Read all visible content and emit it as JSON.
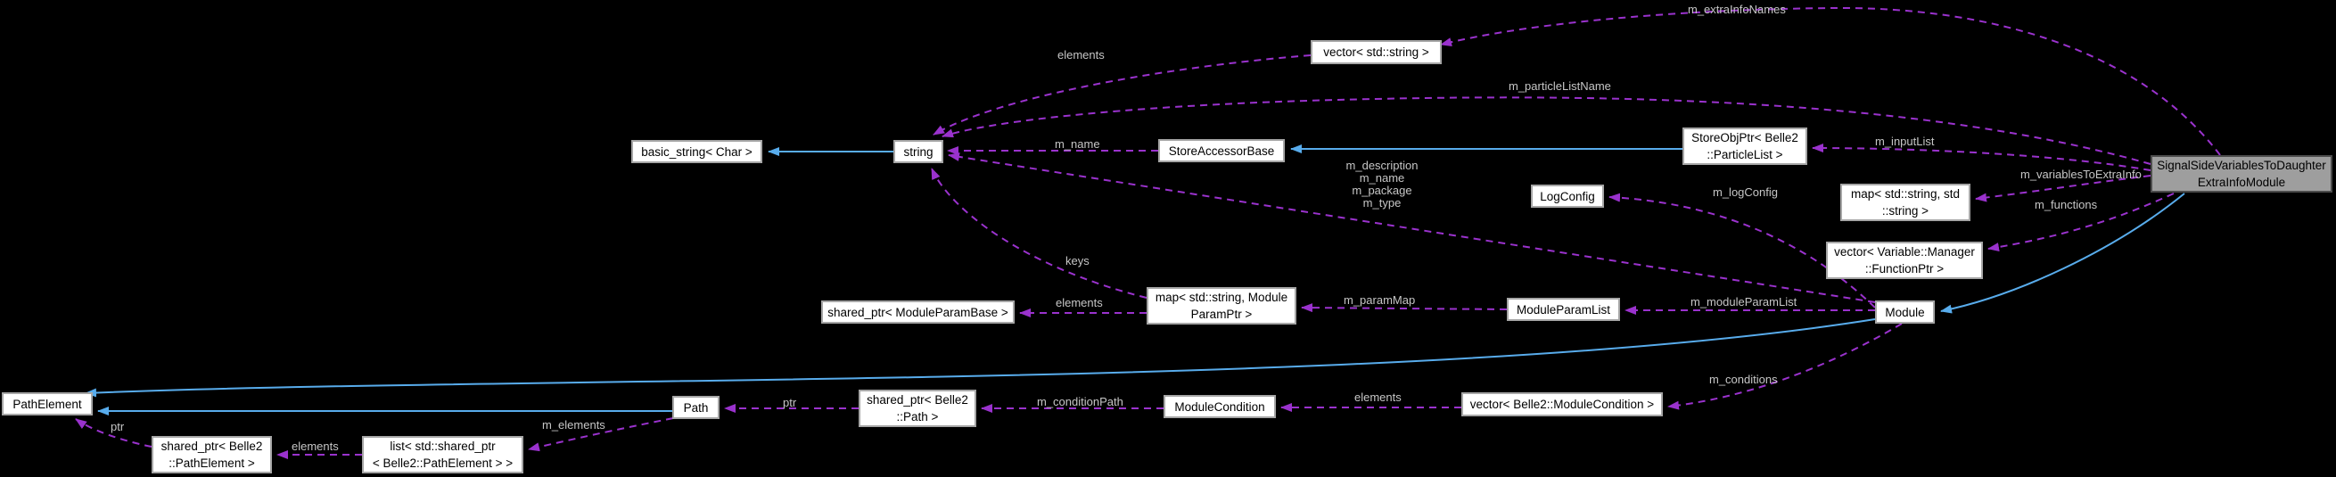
{
  "diagram": {
    "kind": "doxygen-collaboration-graph",
    "focus_class": "SignalSideVariablesToDaughterExtraInfoModule",
    "colors": {
      "background": "#000000",
      "node_fill": "#ffffff",
      "node_border": "#a6a6a6",
      "node_text": "#000000",
      "focus_node_fill": "#9e9e9e",
      "focus_node_border": "#4c4c4c",
      "usage_edge": "#9a32cd",
      "inheritance_edge": "#58acec",
      "edge_label_text": "#c6c6c6"
    },
    "nodes": [
      {
        "id": "basic_string",
        "lines": [
          "basic_string< Char >"
        ],
        "role": "class"
      },
      {
        "id": "string",
        "lines": [
          "string"
        ],
        "role": "class"
      },
      {
        "id": "vector_string",
        "lines": [
          "vector< std::string >"
        ],
        "role": "class"
      },
      {
        "id": "store_accessor_base",
        "lines": [
          "StoreAccessorBase"
        ],
        "role": "class"
      },
      {
        "id": "store_obj_ptr",
        "lines": [
          "StoreObjPtr< Belle2",
          "::ParticleList >"
        ],
        "role": "class"
      },
      {
        "id": "log_config",
        "lines": [
          "LogConfig"
        ],
        "role": "class"
      },
      {
        "id": "map_string_string",
        "lines": [
          "map< std::string, std",
          "::string >"
        ],
        "role": "class"
      },
      {
        "id": "vector_function_ptr",
        "lines": [
          "vector< Variable::Manager",
          "::FunctionPtr >"
        ],
        "role": "class"
      },
      {
        "id": "module",
        "lines": [
          "Module"
        ],
        "role": "class"
      },
      {
        "id": "signal_side_module",
        "lines": [
          "SignalSideVariablesToDaughter",
          "ExtraInfoModule"
        ],
        "role": "focus"
      },
      {
        "id": "shared_ptr_module_param_base",
        "lines": [
          "shared_ptr< ModuleParamBase >"
        ],
        "role": "class"
      },
      {
        "id": "map_module_param_ptr",
        "lines": [
          "map< std::string, Module",
          "ParamPtr >"
        ],
        "role": "class"
      },
      {
        "id": "module_param_list",
        "lines": [
          "ModuleParamList"
        ],
        "role": "class"
      },
      {
        "id": "path_element",
        "lines": [
          "PathElement"
        ],
        "role": "class"
      },
      {
        "id": "path",
        "lines": [
          "Path"
        ],
        "role": "class"
      },
      {
        "id": "shared_ptr_path",
        "lines": [
          "shared_ptr< Belle2",
          "::Path >"
        ],
        "role": "class"
      },
      {
        "id": "module_condition",
        "lines": [
          "ModuleCondition"
        ],
        "role": "class"
      },
      {
        "id": "vector_module_condition",
        "lines": [
          "vector< Belle2::ModuleCondition >"
        ],
        "role": "class"
      },
      {
        "id": "shared_ptr_path_element",
        "lines": [
          "shared_ptr< Belle2",
          "::PathElement >"
        ],
        "role": "class"
      },
      {
        "id": "list_shared_ptr_path_element",
        "lines": [
          "list< std::shared_ptr",
          "< Belle2::PathElement > >"
        ],
        "role": "class"
      }
    ],
    "edges": [
      {
        "from": "string",
        "to": "basic_string",
        "label": "",
        "kind": "inheritance"
      },
      {
        "from": "store_obj_ptr",
        "to": "store_accessor_base",
        "label": "",
        "kind": "inheritance"
      },
      {
        "from": "signal_side_module",
        "to": "module",
        "label": "",
        "kind": "inheritance"
      },
      {
        "from": "module",
        "to": "path_element",
        "label": "",
        "kind": "inheritance"
      },
      {
        "from": "path",
        "to": "path_element",
        "label": "",
        "kind": "inheritance"
      },
      {
        "from": "signal_side_module",
        "to": "vector_string",
        "label": "m_extraInfoNames",
        "kind": "usage"
      },
      {
        "from": "vector_string",
        "to": "string",
        "label": "elements",
        "kind": "usage"
      },
      {
        "from": "signal_side_module",
        "to": "string",
        "label": "m_particleListName",
        "kind": "usage"
      },
      {
        "from": "store_accessor_base",
        "to": "string",
        "label": "m_name",
        "kind": "usage"
      },
      {
        "from": "module",
        "to": "string",
        "label": "m_description\nm_name\nm_package\nm_type",
        "kind": "usage"
      },
      {
        "from": "signal_side_module",
        "to": "store_obj_ptr",
        "label": "m_inputList",
        "kind": "usage"
      },
      {
        "from": "module",
        "to": "log_config",
        "label": "m_logConfig",
        "kind": "usage"
      },
      {
        "from": "signal_side_module",
        "to": "map_string_string",
        "label": "m_variablesToExtraInfo",
        "kind": "usage"
      },
      {
        "from": "signal_side_module",
        "to": "vector_function_ptr",
        "label": "m_functions",
        "kind": "usage"
      },
      {
        "from": "module",
        "to": "module_param_list",
        "label": "m_moduleParamList",
        "kind": "usage"
      },
      {
        "from": "module_param_list",
        "to": "map_module_param_ptr",
        "label": "m_paramMap",
        "kind": "usage"
      },
      {
        "from": "map_module_param_ptr",
        "to": "string",
        "label": "keys",
        "kind": "usage"
      },
      {
        "from": "map_module_param_ptr",
        "to": "shared_ptr_module_param_base",
        "label": "elements",
        "kind": "usage"
      },
      {
        "from": "module",
        "to": "vector_module_condition",
        "label": "m_conditions",
        "kind": "usage"
      },
      {
        "from": "vector_module_condition",
        "to": "module_condition",
        "label": "elements",
        "kind": "usage"
      },
      {
        "from": "module_condition",
        "to": "shared_ptr_path",
        "label": "m_conditionPath",
        "kind": "usage"
      },
      {
        "from": "shared_ptr_path",
        "to": "path",
        "label": "ptr",
        "kind": "usage"
      },
      {
        "from": "path",
        "to": "list_shared_ptr_path_element",
        "label": "m_elements",
        "kind": "usage"
      },
      {
        "from": "list_shared_ptr_path_element",
        "to": "shared_ptr_path_element",
        "label": "elements",
        "kind": "usage"
      },
      {
        "from": "shared_ptr_path_element",
        "to": "path_element",
        "label": "ptr",
        "kind": "usage"
      }
    ]
  }
}
